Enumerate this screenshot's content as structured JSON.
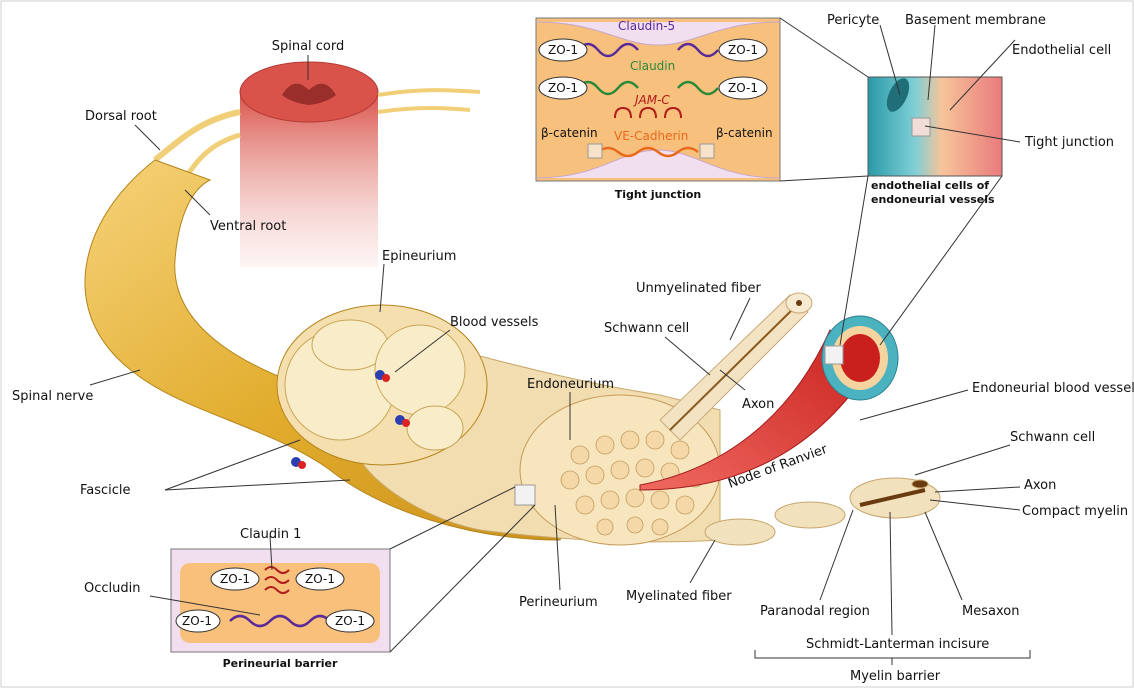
{
  "labels": {
    "spinal_cord": "Spinal cord",
    "dorsal_root": "Dorsal root",
    "ventral_root": "Ventral root",
    "spinal_nerve": "Spinal nerve",
    "epineurium": "Epineurium",
    "blood_vessels": "Blood vessels",
    "fascicle": "Fascicle",
    "unmyelinated_fiber": "Unmyelinated fiber",
    "schwann_cell_top": "Schwann cell",
    "axon_top": "Axon",
    "endoneurium": "Endoneurium",
    "perineurium": "Perineurium",
    "myelinated_fiber": "Myelinated fiber",
    "node_of_ranvier": "Node of Ranvier",
    "endoneurial_blood_vessel": "Endoneurial blood vessel",
    "schwann_cell_right": "Schwann cell",
    "axon_right": "Axon",
    "compact_myelin": "Compact myelin",
    "paranodal_region": "Paranodal region",
    "mesaxon": "Mesaxon",
    "schmidt_lanterman": "Schmidt-Lanterman incisure",
    "myelin_barrier": "Myelin barrier",
    "pericyte": "Pericyte",
    "basement_membrane": "Basement membrane",
    "endothelial_cell": "Endothelial cell",
    "tight_junction_right": "Tight junction",
    "endothelial_cells_line1": "endothelial cells of",
    "endothelial_cells_line2": "endoneurial vessels"
  },
  "tight_junction_panel": {
    "title": "Tight junction",
    "claudin5": "Claudin-5",
    "claudin": "Claudin",
    "jamc": "JAM-C",
    "vecadherin": "VE-Cadherin",
    "zo1": "ZO-1",
    "beta_catenin": "β-catenin"
  },
  "perineurial_panel": {
    "title": "Perineurial barrier",
    "claudin1": "Claudin 1",
    "occludin": "Occludin",
    "zo1": "ZO-1"
  },
  "colors": {
    "nerve_yellow": "#e8b840",
    "nerve_light": "#f3e3b8",
    "spinal_red": "#d9534a",
    "vessel_red": "#d8342f",
    "panel_orange": "#f8c07a",
    "panel_pink": "#f1dff0",
    "claudin5_purple": "#5a2a9a",
    "claudin_green": "#2a8a3a",
    "jamc_red": "#b01c1c",
    "vecad_orange": "#e86a1a",
    "teal": "#3aa6b0"
  }
}
